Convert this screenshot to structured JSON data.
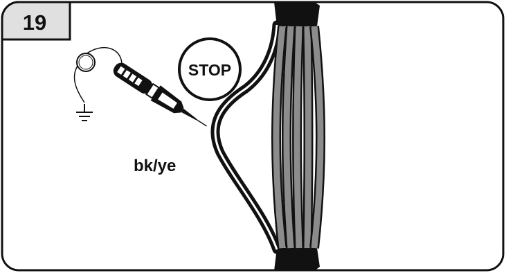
{
  "step": {
    "number": "19"
  },
  "stop_sign": {
    "label": "STOP"
  },
  "wire": {
    "label": "bk/ye"
  },
  "colors": {
    "outline": "#111111",
    "panel_bg": "#ffffff",
    "step_badge_bg": "#e0e0e0",
    "wire_gray": "#8c8c8c"
  },
  "icons": [
    "voltage-tester-icon",
    "ground-symbol-icon",
    "stop-sign-icon",
    "cable-bundle-icon"
  ]
}
